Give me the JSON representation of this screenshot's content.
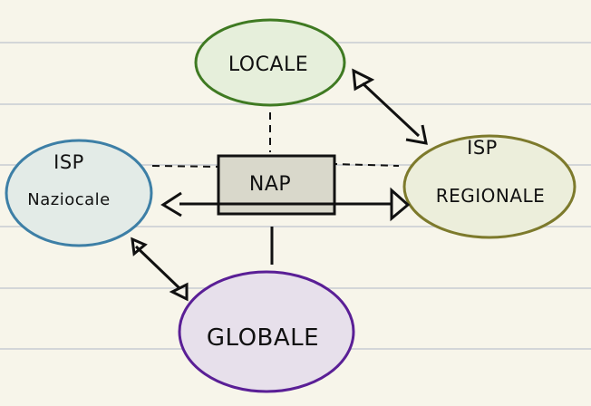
{
  "colors": {
    "paper": "#f7f5ea",
    "ruled_line": "#d3d6d8",
    "locale": {
      "fill": "#e6efdb",
      "stroke": "#3f7a22"
    },
    "isp_nazionale": {
      "fill": "#e3ebe7",
      "stroke": "#3d7fa6"
    },
    "isp_regionale": {
      "fill": "#eceedb",
      "stroke": "#7d7a2c"
    },
    "globale": {
      "fill": "#e7e0eb",
      "stroke": "#5a1f96"
    },
    "nap": {
      "fill": "#d9d8cb",
      "stroke": "#111111"
    },
    "ink": "#111111"
  },
  "nodes": {
    "locale": {
      "label": "LOCALE"
    },
    "isp_nazionale": {
      "line1": "ISP",
      "line2": "Naziocale"
    },
    "isp_regionale": {
      "line1": "ISP",
      "line2": "REGIONALE"
    },
    "globale": {
      "label": "GLOBALE"
    },
    "nap": {
      "label": "NAP"
    }
  }
}
